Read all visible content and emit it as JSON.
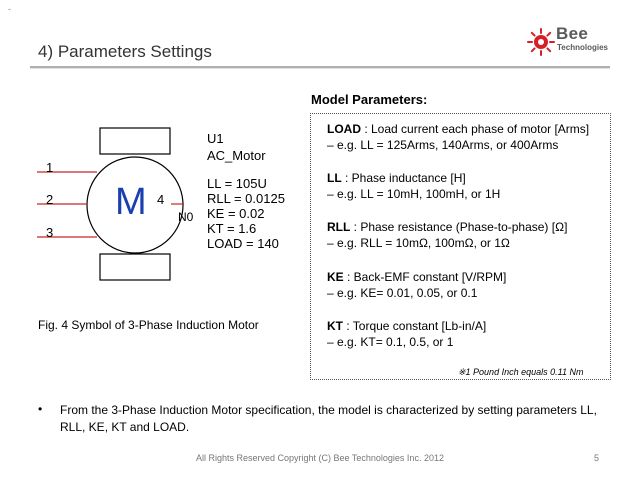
{
  "slide": {
    "corner_mark": "-",
    "title": "4) Parameters Settings",
    "logo": {
      "word": "Bee",
      "sub": "Technologies"
    },
    "colors": {
      "logo_red": "#d62027",
      "title_rule": "#b0b0b0",
      "text": "#000000"
    }
  },
  "symbol": {
    "motor_letter": "M",
    "pin1": "1",
    "pin2": "2",
    "pin3": "3",
    "pin4": "4",
    "node": "N0",
    "ref": "U1",
    "model": "AC_Motor",
    "params": [
      "LL = 105U",
      "RLL = 0.0125",
      "KE = 0.02",
      "KT = 1.6",
      "LOAD = 140"
    ],
    "caption": "Fig. 4 Symbol of 3-Phase Induction Motor"
  },
  "model_parameters": {
    "heading": "Model Parameters:",
    "items": [
      {
        "key": "LOAD",
        "desc": " : Load current each phase of motor [Arms]",
        "example": "–  e.g. LL = 125Arms, 140Arms, or  400Arms"
      },
      {
        "key": "LL",
        "desc": " : Phase inductance [H]",
        "example": "–  e.g. LL = 10mH, 100mH, or  1H"
      },
      {
        "key": "RLL",
        "desc": " : Phase resistance (Phase-to-phase) [Ω]",
        "example": "–  e.g. RLL = 10mΩ, 100mΩ, or  1Ω"
      },
      {
        "key": "KE",
        "desc": " : Back-EMF constant [V/RPM]",
        "example": "–  e.g. KE= 0.01, 0.05, or  0.1"
      },
      {
        "key": "KT",
        "desc": " : Torque constant [Lb-in/A]",
        "example": "–  e.g. KT= 0.1, 0.5, or  1"
      }
    ],
    "footnote": "※1 Pound Inch equals 0.11 Nm"
  },
  "bullet": {
    "mark": "•",
    "text": "From the 3-Phase Induction Motor specification, the model is characterized by setting parameters LL, RLL, KE, KT and LOAD."
  },
  "footer": {
    "copyright": "All Rights Reserved Copyright (C) Bee Technologies Inc. 2012",
    "page": "5"
  }
}
